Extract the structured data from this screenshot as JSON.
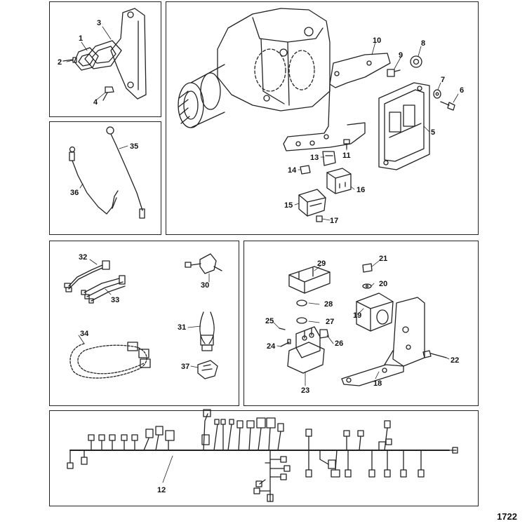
{
  "diagram": {
    "reference_number": "1722",
    "callouts": [
      "1",
      "2",
      "3",
      "4",
      "5",
      "6",
      "7",
      "8",
      "9",
      "10",
      "11",
      "12",
      "13",
      "14",
      "15",
      "16",
      "17",
      "18",
      "19",
      "20",
      "21",
      "22",
      "23",
      "24",
      "25",
      "26",
      "27",
      "28",
      "29",
      "30",
      "31",
      "32",
      "33",
      "34",
      "35",
      "36",
      "37"
    ]
  }
}
